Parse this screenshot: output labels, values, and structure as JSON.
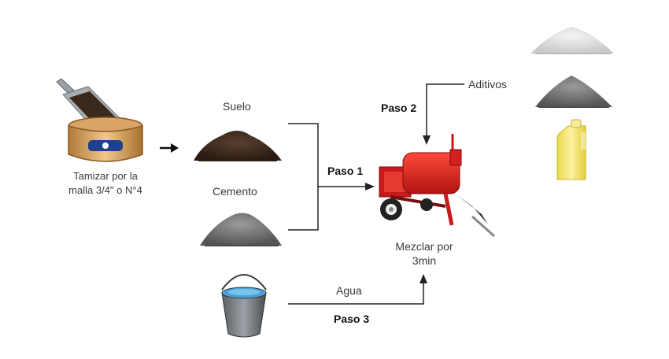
{
  "sieve": {
    "caption_line1": "Tamizar por la",
    "caption_line2": "malla 3/4\" o N°4"
  },
  "materials": {
    "soil": "Suelo",
    "cement": "Cemento"
  },
  "steps": {
    "step1": "Paso 1",
    "step2": "Paso 2",
    "step3": "Paso 3"
  },
  "additives": {
    "label": "Aditivos"
  },
  "water": {
    "label": "Agua"
  },
  "mixer": {
    "caption_line1": "Mezclar por",
    "caption_line2": "3min"
  },
  "colors": {
    "soil": "#3b2a1c",
    "cement": "#7b7b7b",
    "mixer_red": "#d42020",
    "water": "#4aa3d8",
    "liquid_additive": "#f2e66a",
    "lines": "#222222"
  }
}
